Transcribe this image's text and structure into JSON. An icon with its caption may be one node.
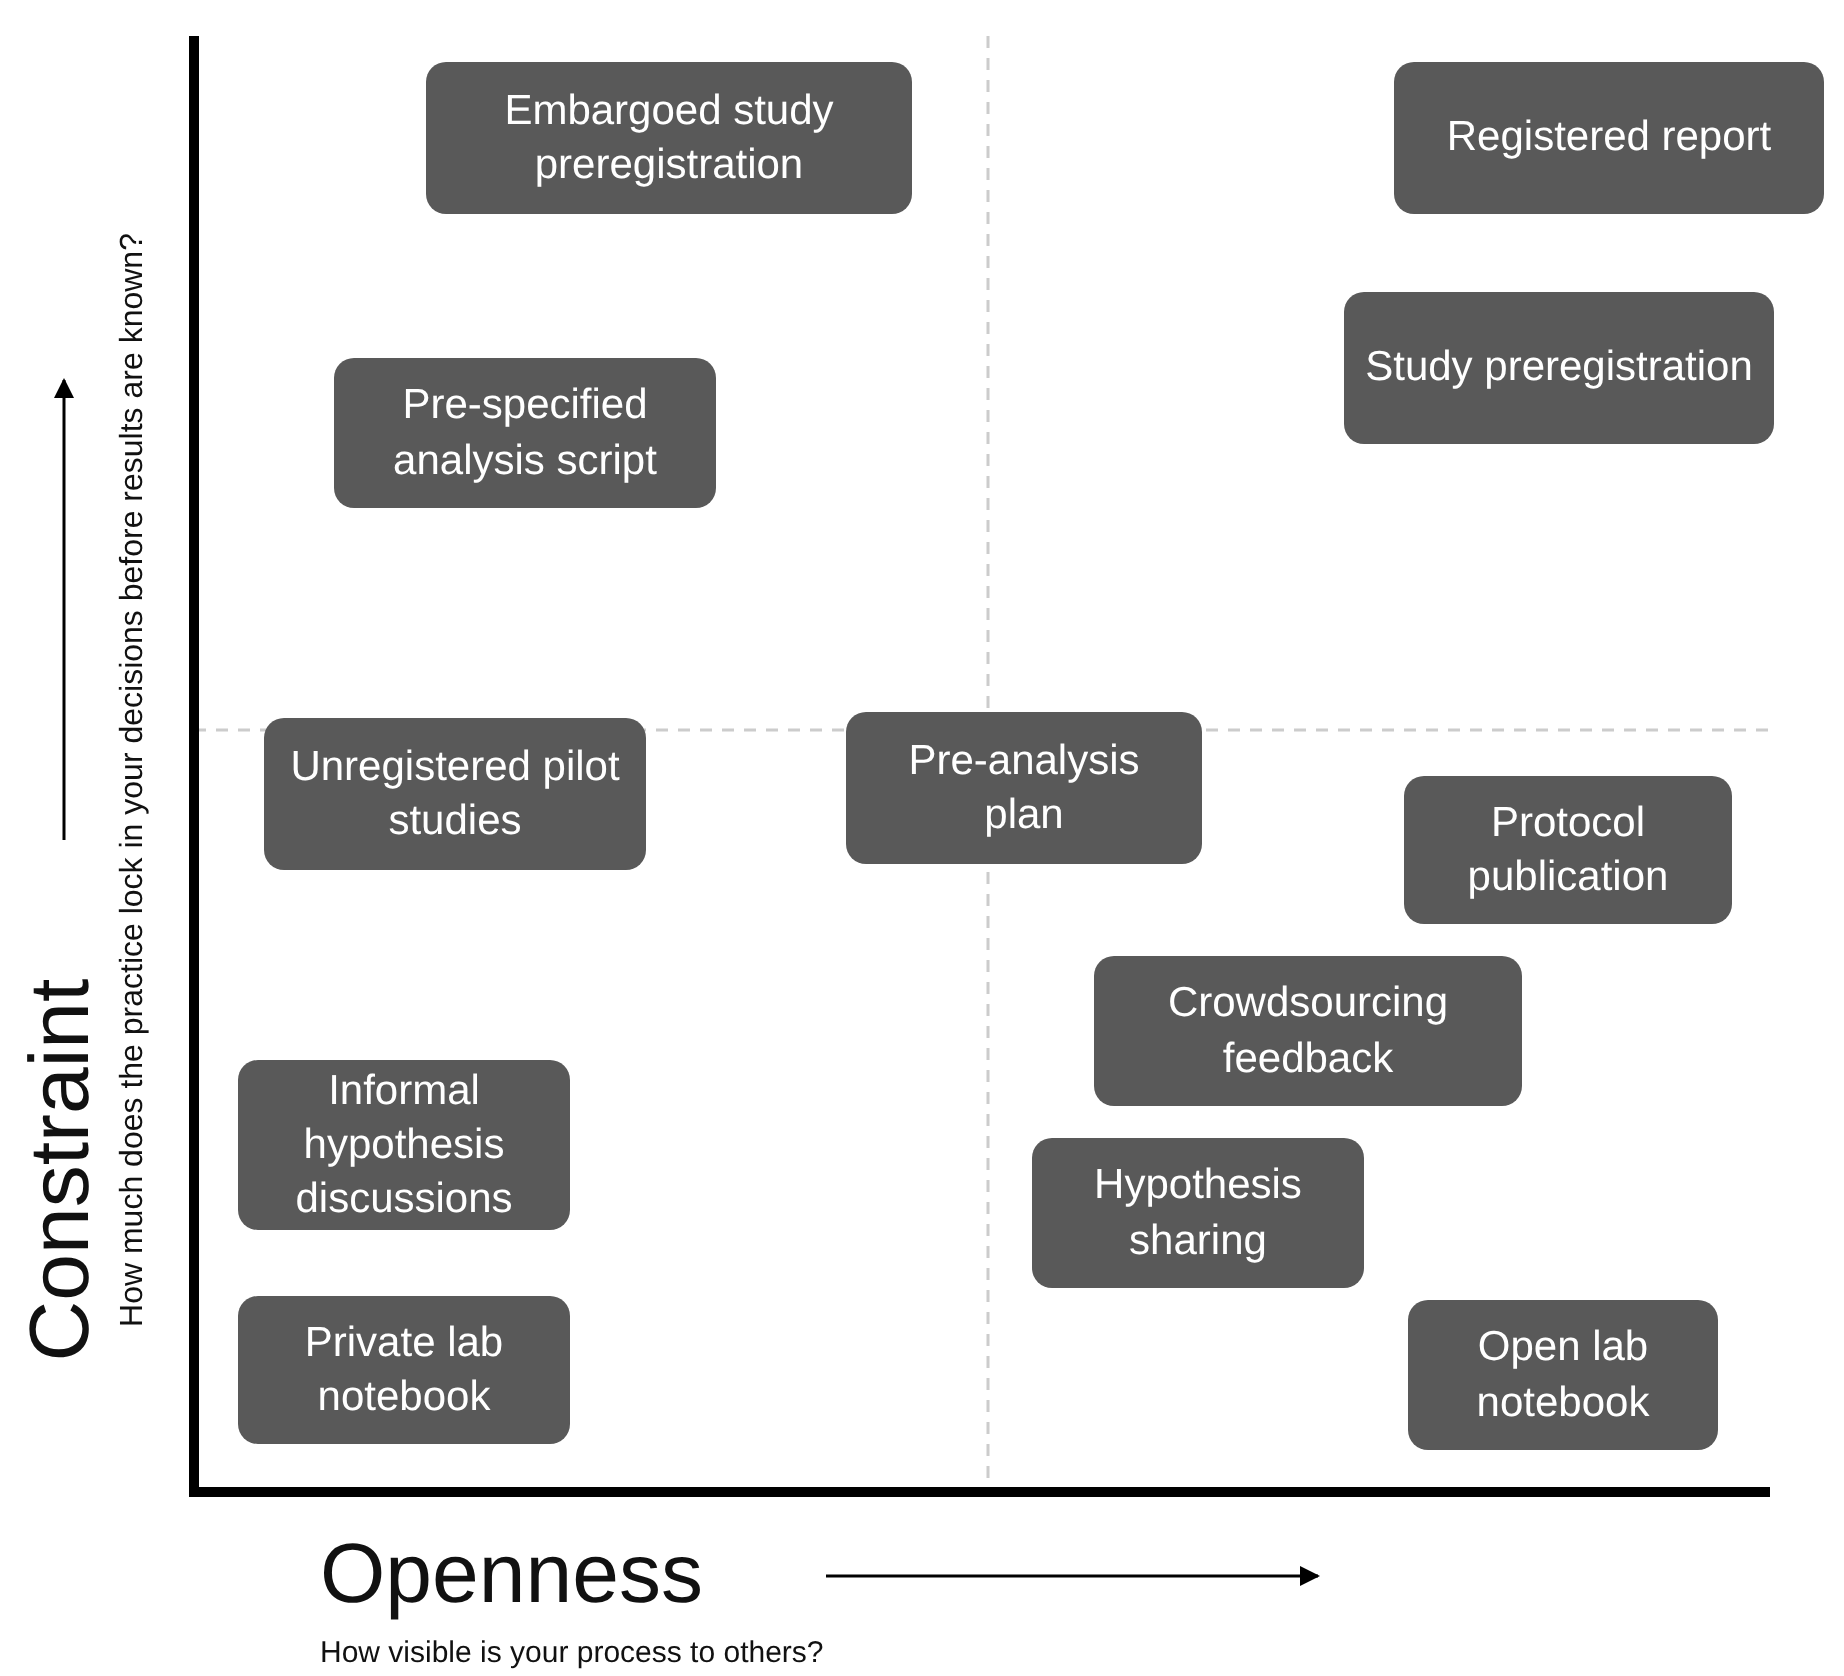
{
  "diagram": {
    "nodes": [
      {
        "text": [
          "Embargoed study preregistration"
        ]
      },
      {
        "text": [
          "Registered report"
        ]
      },
      {
        "text": [
          "Study preregistration"
        ]
      },
      {
        "text": [
          "Pre-specified analysis script"
        ]
      },
      {
        "text": [
          "Pre-analysis plan"
        ]
      },
      {
        "text": [
          "Unregistered pilot studies"
        ]
      },
      {
        "text": [
          "Protocol publication"
        ]
      },
      {
        "text": [
          "Crowdsourcing feedback"
        ]
      },
      {
        "text": [
          "Informal hypothesis discussions"
        ]
      },
      {
        "text": [
          "Hypothesis sharing"
        ]
      },
      {
        "text": [
          "Private lab notebook"
        ]
      },
      {
        "text": [
          "Open lab notebook"
        ]
      }
    ],
    "labels": [
      "Constraint",
      "How much does the practice lock in your decisions before results are known?",
      "Openness",
      "How visible is your process to others?"
    ]
  }
}
